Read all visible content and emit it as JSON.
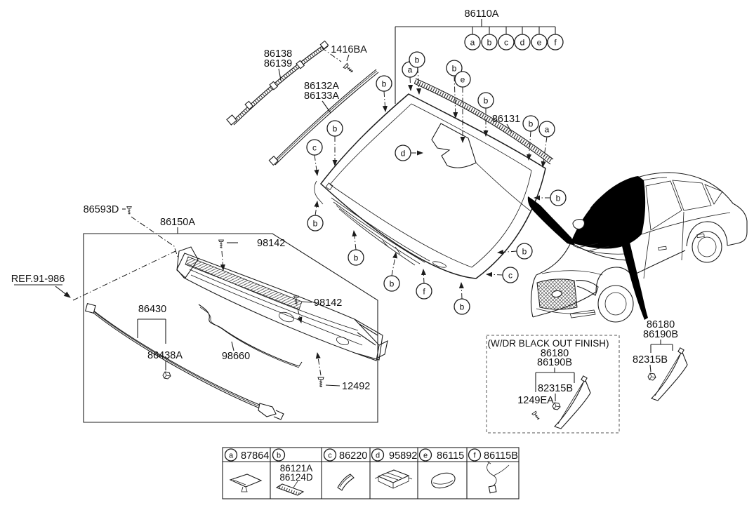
{
  "colors": {
    "line": "#1c1c1c",
    "black_fill": "#000000",
    "background": "#ffffff"
  },
  "labels": {
    "p86110A": "86110A",
    "p86138": "86138",
    "p86139": "86139",
    "p1416BA": "1416BA",
    "p86132A": "86132A",
    "p86133A": "86133A",
    "p86131": "86131",
    "p86593D": "86593D",
    "p86150A": "86150A",
    "p98142": "98142",
    "pref": "REF.91-986",
    "p86430": "86430",
    "p86438A": "86438A",
    "p98660": "98660",
    "p12492": "12492",
    "p86180": "86180",
    "p86190B": "86190B",
    "p82315B": "82315B",
    "p1249EA": "1249EA",
    "blackout_title": "(W/DR BLACK OUT FINISH)"
  },
  "callout_letters": {
    "a": "a",
    "b": "b",
    "c": "c",
    "d": "d",
    "e": "e",
    "f": "f"
  },
  "legend": {
    "items": [
      {
        "letter": "a",
        "part": "87864"
      },
      {
        "letter": "b",
        "part": "",
        "sub_parts": [
          "86121A",
          "86124D"
        ]
      },
      {
        "letter": "c",
        "part": "86220"
      },
      {
        "letter": "d",
        "part": "95892"
      },
      {
        "letter": "e",
        "part": "86115"
      },
      {
        "letter": "f",
        "part": "86115B"
      }
    ]
  }
}
